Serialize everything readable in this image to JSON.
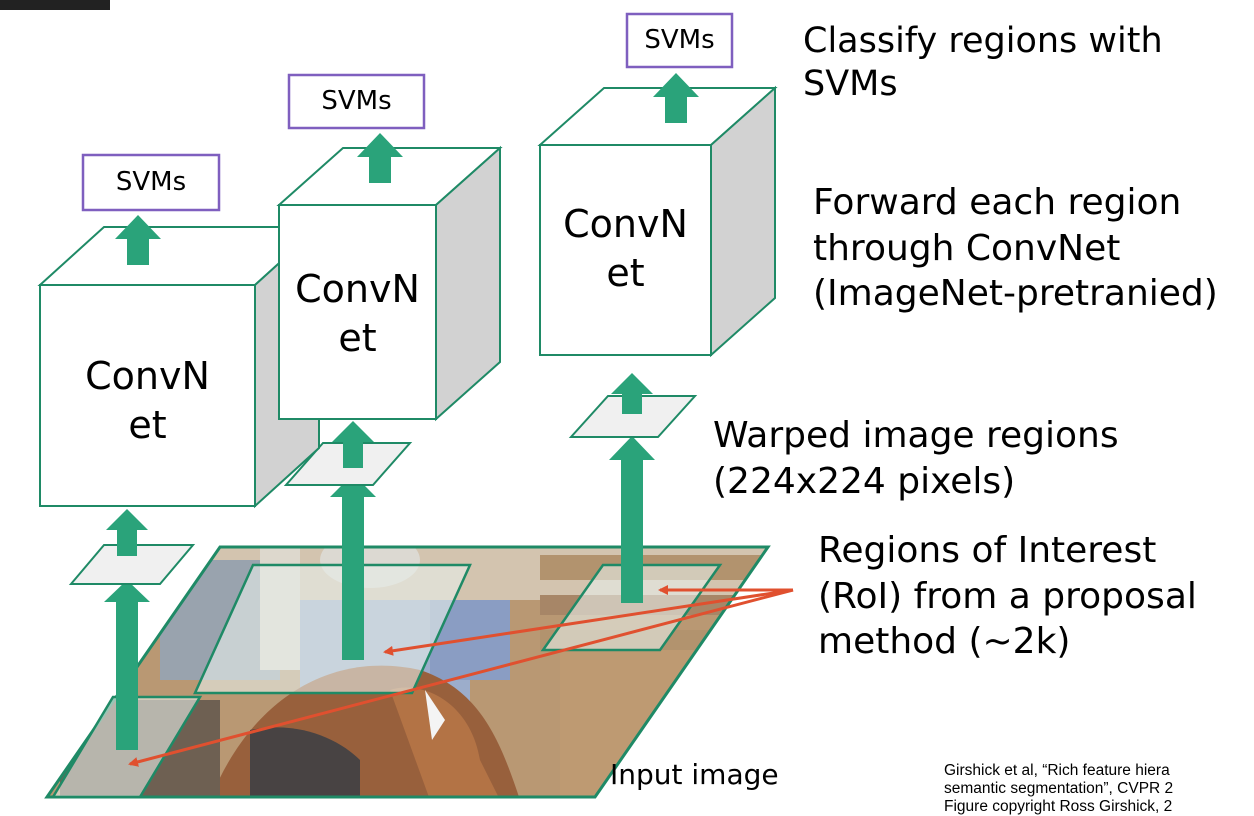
{
  "svm_label": "SVMs",
  "convnet_label_line1": "ConvN",
  "convnet_label_line2": "et",
  "annotations": {
    "classify_line1": "Classify regions with",
    "classify_line2": "SVMs",
    "forward_line1": "Forward each region",
    "forward_line2": "through ConvNet",
    "forward_line3": "(ImageNet-pretranied)",
    "warped_line1": "Warped image regions",
    "warped_line2": "(224x224 pixels)",
    "roi_line1": "Regions of Interest",
    "roi_line2": "(RoI) from a proposal",
    "roi_line3": "method (~2k)",
    "input_image": "Input image"
  },
  "citation": {
    "line1": "Girshick et al, “Rich feature hiera",
    "line2": "semantic segmentation”, CVPR 2",
    "line3": "Figure copyright Ross Girshick, 2"
  },
  "colors": {
    "box_stroke": "#1f8a66",
    "arrow_fill": "#2aa37a",
    "svm_stroke": "#7f5fbf",
    "cube_side": "#d2d2d2",
    "roi_arrow": "#e0502f",
    "patch_fill": "#f0f0f0"
  }
}
